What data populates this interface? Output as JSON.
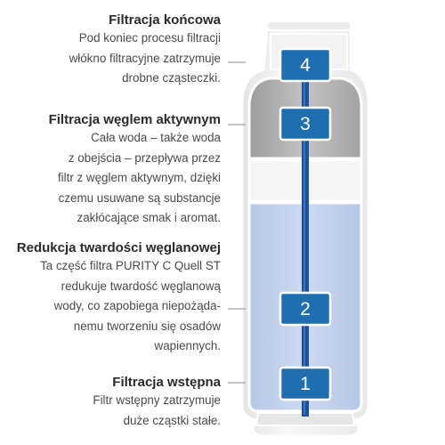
{
  "stages": [
    {
      "number": "4",
      "heading": "Filtracja końcowa",
      "lines": [
        "Pod koniec procesu filtracji",
        "włókno filtracyjne zatrzymuje",
        "drobne cząsteczki."
      ]
    },
    {
      "number": "3",
      "heading": "Filtracja węglem aktywnym",
      "lines": [
        "Cała woda – także woda",
        "z obejścia  – przepływa przez",
        "filtr z węglem aktywnym, dzięki",
        "czemu usuwane są substancje",
        "zakłócające smak i aromat."
      ]
    },
    {
      "number": "2",
      "heading": "Redukcja twardości węglanowej",
      "lines": [
        "Ta część filtra PURITY C Quell ST",
        "redukuje twardość węglanową",
        "wody, co zapobiega niepożąda-",
        "nemu tworzeniu się osadów",
        "wapiennych."
      ]
    },
    {
      "number": "1",
      "heading": "Filtracja wstępna",
      "lines": [
        "Filtr wstępny zatrzymuje",
        "duże cząstki stałe."
      ]
    }
  ],
  "colors": {
    "badge": "#1f6fb0",
    "rod": "#1d4f9a",
    "water": "#c3d4ee",
    "carbon": "#b3b3b3",
    "fiber": "#e9e9e9",
    "shell": "#f1f1f1",
    "outline": "#ffffff"
  }
}
